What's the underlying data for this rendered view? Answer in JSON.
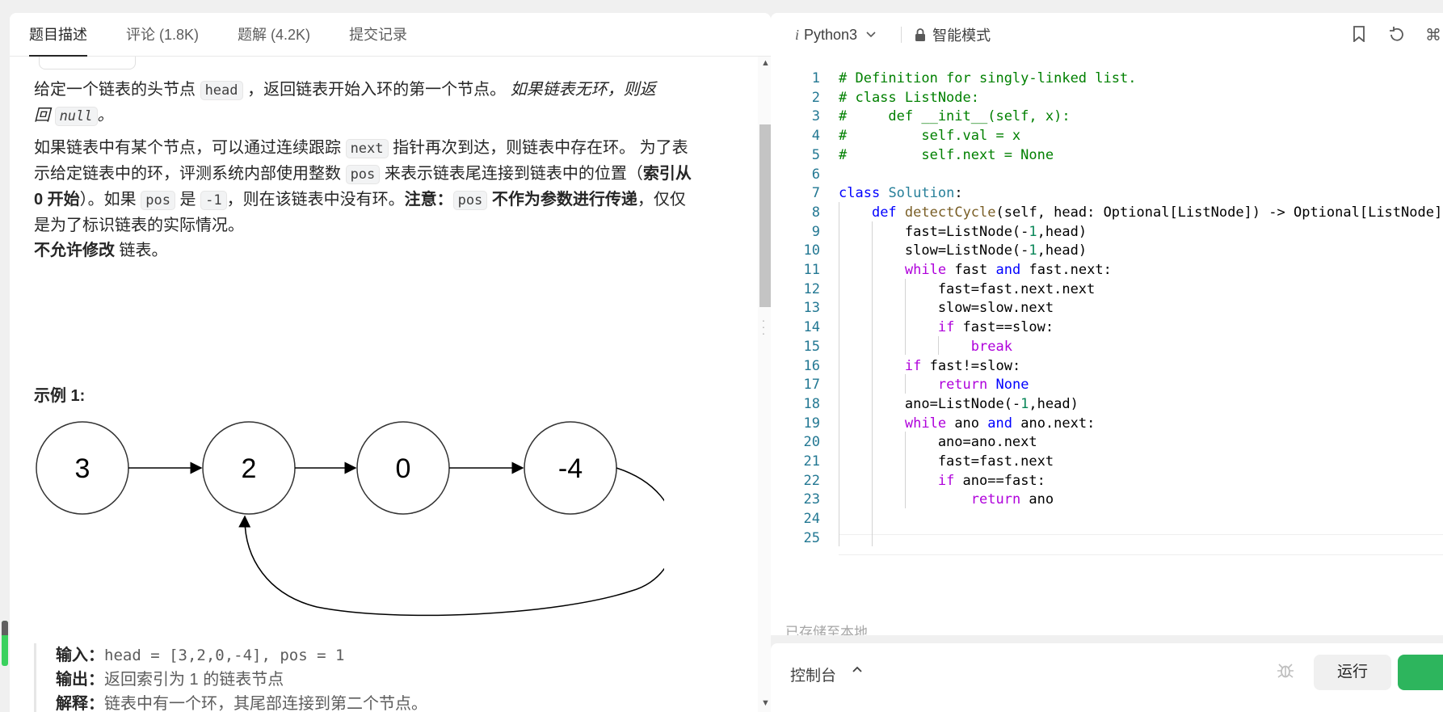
{
  "tabs": [
    "题目描述",
    "评论 (1.8K)",
    "题解 (4.2K)",
    "提交记录"
  ],
  "description": {
    "p1_a": "给定一个链表的头节点 ",
    "p1_code1": "head",
    "p1_b": " ，返回链表开始入环的第一个节点。 ",
    "p1_italic1": "如果链表无环，则返",
    "p1_italic2": "回 ",
    "p1_code2": "null",
    "p1_italic3": "。",
    "p2_line1_a": "如果链表中有某个节点，可以通过连续跟踪 ",
    "p2_line1_code": "next",
    "p2_line1_b": " 指针再次到达，则链表中存在环。 为了表",
    "p2_line2_a": "示给定链表中的环，评测系统内部使用整数 ",
    "p2_line2_code": "pos",
    "p2_line2_b": " 来表示链表尾连接到链表中的位置（",
    "p2_line2_bold": "索引从",
    "p2_line3_bold1": "0 开始",
    "p2_line3_a": "）。如果 ",
    "p2_line3_code1": "pos",
    "p2_line3_b": " 是 ",
    "p2_line3_code2": "-1",
    "p2_line3_c": "，则在该链表中没有环。",
    "p2_line3_bold2": "注意：",
    "p2_line3_code3": "pos",
    "p2_line3_bold3": " 不作为参数进行传递",
    "p2_line3_d": "，仅仅",
    "p2_line4": "是为了标识链表的实际情况。",
    "p3_bold": "不允许修改",
    "p3_text": " 链表。",
    "example_title": "示例 1:"
  },
  "diagram": {
    "nodes": [
      "3",
      "2",
      "0",
      "-4"
    ]
  },
  "example": {
    "input_label": "输入：",
    "input_value": "head = [3,2,0,-4], pos = 1",
    "output_label": "输出：",
    "output_value": "返回索引为 1 的链表节点",
    "explain_label": "解释：",
    "explain_value": "链表中有一个环，其尾部连接到第二个节点。"
  },
  "editor": {
    "language": "Python3",
    "mode": "智能模式",
    "saved_status": "已存储至本地"
  },
  "console": {
    "label": "控制台",
    "run_label": "运行"
  },
  "code_lines": [
    {
      "n": "1",
      "html": "<span class=\"cm\"># Definition for singly-linked list.</span>"
    },
    {
      "n": "2",
      "html": "<span class=\"cm\"># class ListNode:</span>"
    },
    {
      "n": "3",
      "html": "<span class=\"cm\">#     def __init__(self, x):</span>"
    },
    {
      "n": "4",
      "html": "<span class=\"cm\">#         self.val = x</span>"
    },
    {
      "n": "5",
      "html": "<span class=\"cm\">#         self.next = None</span>"
    },
    {
      "n": "6",
      "html": ""
    },
    {
      "n": "7",
      "html": "<span class=\"kw\">class</span> <span class=\"cls\">Solution</span>:"
    },
    {
      "n": "8",
      "html": "    <span class=\"kw\">def</span> <span class=\"fn\">detectCycle</span>(self, head: Optional[ListNode]) -> Optional[ListNode]:"
    },
    {
      "n": "9",
      "html": "        fast=ListNode(-<span class=\"num\">1</span>,head)"
    },
    {
      "n": "10",
      "html": "        slow=ListNode(-<span class=\"num\">1</span>,head)"
    },
    {
      "n": "11",
      "html": "        <span class=\"kc\">while</span> fast <span class=\"kw\">and</span> fast.next:"
    },
    {
      "n": "12",
      "html": "            fast=fast.next.next"
    },
    {
      "n": "13",
      "html": "            slow=slow.next"
    },
    {
      "n": "14",
      "html": "            <span class=\"kc\">if</span> fast==slow:"
    },
    {
      "n": "15",
      "html": "                <span class=\"kc\">break</span>"
    },
    {
      "n": "16",
      "html": "        <span class=\"kc\">if</span> fast!=slow:"
    },
    {
      "n": "17",
      "html": "            <span class=\"kc\">return</span> <span class=\"kw\">None</span>"
    },
    {
      "n": "18",
      "html": "        ano=ListNode(-<span class=\"num\">1</span>,head)"
    },
    {
      "n": "19",
      "html": "        <span class=\"kc\">while</span> ano <span class=\"kw\">and</span> ano.next:"
    },
    {
      "n": "20",
      "html": "            ano=ano.next"
    },
    {
      "n": "21",
      "html": "            fast=fast.next"
    },
    {
      "n": "22",
      "html": "            <span class=\"kc\">if</span> ano==fast:"
    },
    {
      "n": "23",
      "html": "                <span class=\"kc\">return</span> ano"
    },
    {
      "n": "24",
      "html": ""
    },
    {
      "n": "25",
      "html": ""
    }
  ]
}
